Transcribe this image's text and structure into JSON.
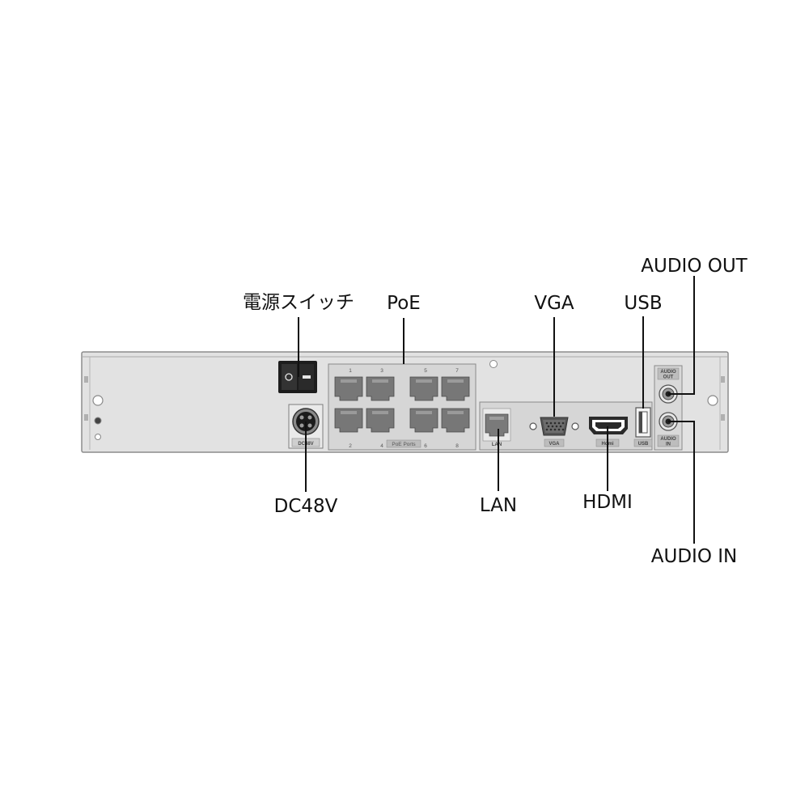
{
  "labels": {
    "power_switch": "電源スイッチ",
    "poe": "PoE",
    "vga": "VGA",
    "usb": "USB",
    "audio_out": "AUDIO OUT",
    "dc48v": "DC48V",
    "lan": "LAN",
    "hdmi": "HDMI",
    "audio_in": "AUDIO IN"
  },
  "panel_labels": {
    "dc48v": "DC48V",
    "poe_ports": "PoE Ports",
    "lan": "LAN",
    "vga": "VGA",
    "hdmi": "Hdmi",
    "usb": "USB",
    "audio_out_line1": "AUDIO",
    "audio_out_line2": "OUT",
    "audio_in_line1": "AUDIO",
    "audio_in_line2": "IN"
  },
  "port_numbers_top": [
    "1",
    "3",
    "5",
    "7"
  ],
  "port_numbers_bottom": [
    "2",
    "4",
    "6",
    "8"
  ],
  "colors": {
    "chassis": "#e2e2e2",
    "panel": "#d6d6d6",
    "port": "#777777",
    "line": "#111111"
  }
}
